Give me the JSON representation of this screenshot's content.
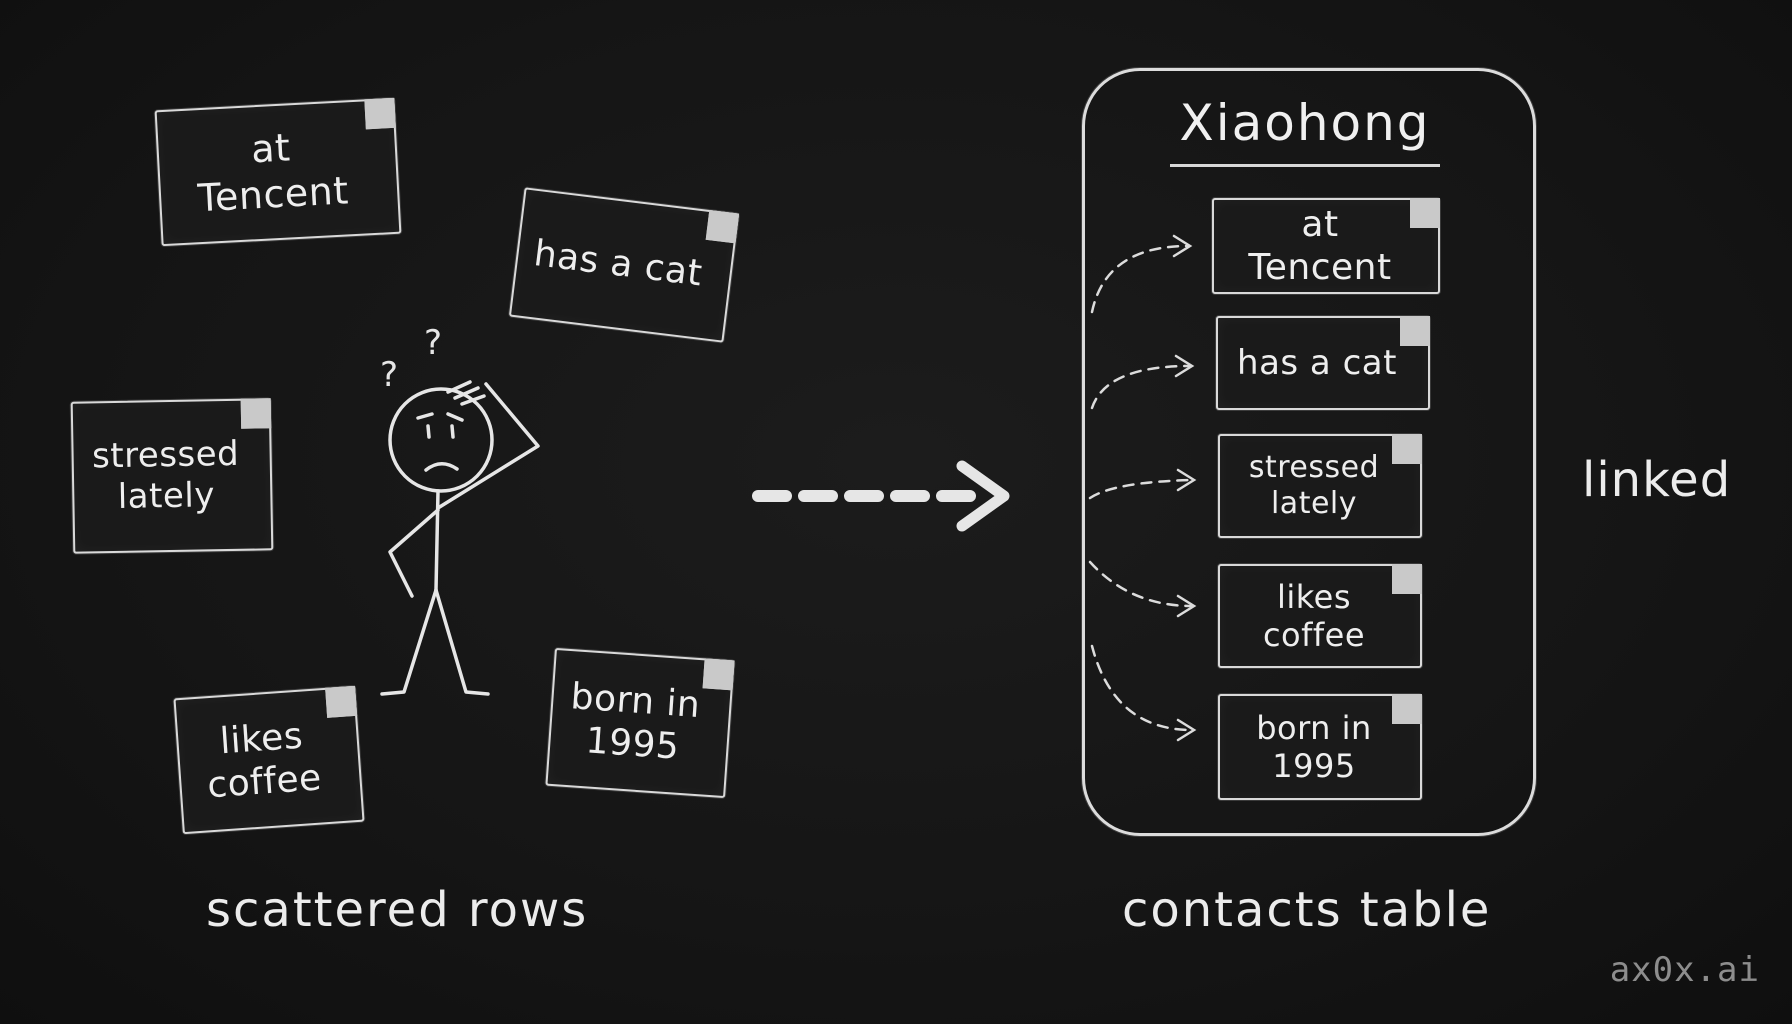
{
  "scattered": {
    "caption": "scattered rows",
    "notes": [
      {
        "text": "at Tencent"
      },
      {
        "text": "has a cat"
      },
      {
        "text": "stressed\nlately"
      },
      {
        "text": "likes\ncoffee"
      },
      {
        "text": "born in\n1995"
      }
    ],
    "confusion_marks": [
      "?",
      "?"
    ]
  },
  "contacts": {
    "caption": "contacts table",
    "title": "Xiaohong",
    "rows": [
      {
        "text": "at Tencent"
      },
      {
        "text": "has a cat"
      },
      {
        "text": "stressed\nlately"
      },
      {
        "text": "likes\ncoffee"
      },
      {
        "text": "born in\n1995"
      }
    ]
  },
  "link_label": "linked",
  "watermark": "ax0x.ai",
  "colors": {
    "background": "#141414",
    "chalk": "#e6e6e6"
  }
}
